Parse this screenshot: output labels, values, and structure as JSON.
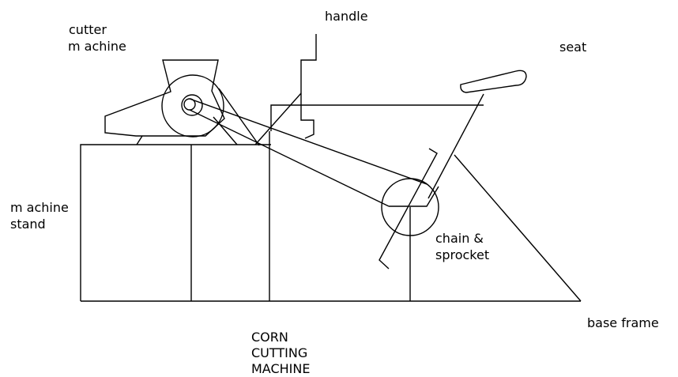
{
  "labels": {
    "handle": "handle",
    "cutter_machine_line1": "cutter",
    "cutter_machine_line2": "m achine",
    "seat": "seat",
    "machine_stand_line1": "m achine",
    "machine_stand_line2": "stand",
    "chain_sprocket_line1": "chain &",
    "chain_sprocket_line2": "sprocket",
    "base_frame": "base frame",
    "title_line1": "CORN",
    "title_line2": "CUTTING",
    "title_line3": "MACHINE"
  },
  "colors": {
    "background": "#ffffff",
    "ink": "#000000"
  }
}
